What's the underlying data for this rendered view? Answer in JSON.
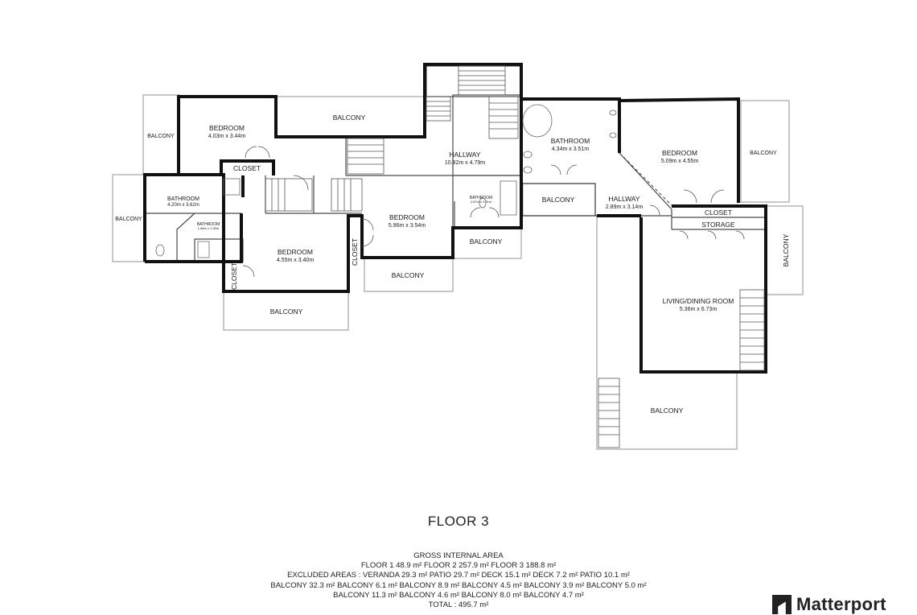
{
  "plan": {
    "rooms": [
      {
        "id": "bedroom-a",
        "name": "BEDROOM",
        "dim": "4.03m x 3.44m"
      },
      {
        "id": "balcony-top",
        "name": "BALCONY"
      },
      {
        "id": "balcony-left-a",
        "name": "BALCONY"
      },
      {
        "id": "closet-a",
        "name": "CLOSET"
      },
      {
        "id": "hallway-a",
        "name": "HALLWAY",
        "dim": "10.82m x 4.79m"
      },
      {
        "id": "bathroom-b",
        "name": "BATHROOM",
        "dim": "4.34m x 3.51m"
      },
      {
        "id": "bedroom-b",
        "name": "BEDROOM",
        "dim": "5.09m x 4.55m"
      },
      {
        "id": "balcony-right-top",
        "name": "BALCONY"
      },
      {
        "id": "bathroom-a",
        "name": "BATHROOM",
        "dim": "4.20m x 3.62m"
      },
      {
        "id": "bathroom-small-a",
        "name": "BATHROOM",
        "dim": "1.88m x 1.90m"
      },
      {
        "id": "balcony-left-b",
        "name": "BALCONY"
      },
      {
        "id": "bedroom-c",
        "name": "BEDROOM",
        "dim": "5.96m x 3.54m"
      },
      {
        "id": "bathroom-small-b",
        "name": "BATHROOM",
        "dim": "2.87m x 2.01m"
      },
      {
        "id": "balcony-mid",
        "name": "BALCONY"
      },
      {
        "id": "hallway-b",
        "name": "HALLWAY",
        "dim": "2.89m x 3.14m"
      },
      {
        "id": "closet-b",
        "name": "CLOSET"
      },
      {
        "id": "storage",
        "name": "STORAGE"
      },
      {
        "id": "balcony-mid2",
        "name": "BALCONY"
      },
      {
        "id": "bedroom-d",
        "name": "BEDROOM",
        "dim": "4.55m x 3.40m"
      },
      {
        "id": "closet-c",
        "name": "CLOSET"
      },
      {
        "id": "closet-d",
        "name": "CLOSET"
      },
      {
        "id": "balcony-mid3",
        "name": "BALCONY"
      },
      {
        "id": "balcony-bottom-left",
        "name": "BALCONY"
      },
      {
        "id": "balcony-right-side",
        "name": "BALCONY"
      },
      {
        "id": "living-dining",
        "name": "LIVING/DINING ROOM",
        "dim": "5.36m x 6.73m"
      },
      {
        "id": "balcony-bottom-right",
        "name": "BALCONY"
      }
    ]
  },
  "footer": {
    "floor_title": "FLOOR 3",
    "area_heading": "GROSS INTERNAL AREA",
    "area_floors": "FLOOR 1 48.9 m²   FLOOR 2 257.9 m²   FLOOR 3 188.8 m²",
    "excluded_areas": "EXCLUDED AREAS :   VERANDA 29.3 m²   PATIO 29.7 m²   DECK 15.1 m²   DECK 7.2 m²   PATIO 10.1 m²   BALCONY 32.3 m²   BALCONY 6.1 m²   BALCONY 8.9 m²   BALCONY 4.5 m²   BALCONY 3.9 m²   BALCONY 5.0 m²   BALCONY 11.3 m²   BALCONY 4.6 m²   BALCONY 8.0 m²   BALCONY 4.7 m²",
    "total": "TOTAL :  495.7 m²"
  },
  "brand": {
    "name": "Matterport"
  }
}
